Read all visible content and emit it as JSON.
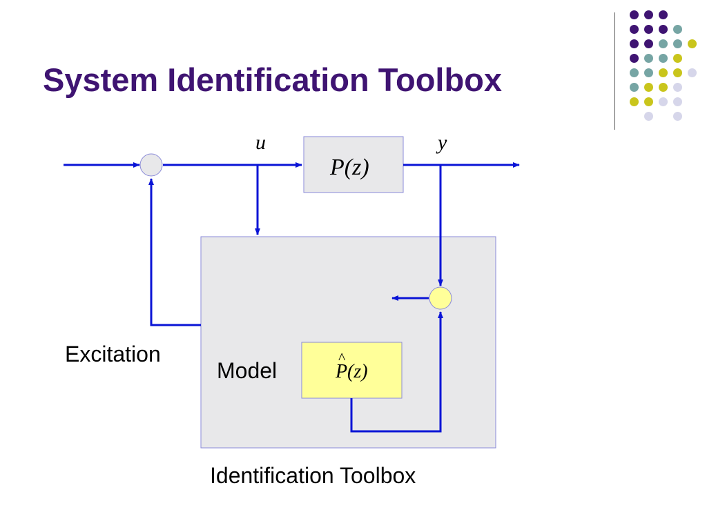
{
  "title": "System Identification Toolbox",
  "diagram": {
    "labels": {
      "u": "u",
      "y": "y",
      "plant": "P(z)",
      "model_name_P": "P",
      "model_name_z": "(z)",
      "model_hat": "^",
      "model": "Model",
      "excitation": "Excitation",
      "toolbox": "Identification Toolbox"
    }
  },
  "colors": {
    "title": "#3f1472",
    "wire": "#0a14d6",
    "toolbox_fill": "#e8e8ea",
    "plant_fill": "#e8e8ea",
    "model_fill": "#ffff99",
    "summing_left": "#e8e8ea",
    "summing_right": "#ffff99",
    "dot_purple": "#3f1472",
    "dot_teal": "#76a5a4",
    "dot_yellow": "#c9c51c",
    "dot_lavender": "#d6d6ea"
  },
  "dot_grid": [
    [
      "purple",
      "purple",
      "purple",
      null,
      null
    ],
    [
      "purple",
      "purple",
      "purple",
      "teal",
      null
    ],
    [
      "purple",
      "purple",
      "teal",
      "teal",
      "yellow"
    ],
    [
      "purple",
      "teal",
      "teal",
      "yellow",
      null
    ],
    [
      "teal",
      "teal",
      "yellow",
      "yellow",
      "lavender"
    ],
    [
      "teal",
      "yellow",
      "yellow",
      "lavender",
      null
    ],
    [
      "yellow",
      "yellow",
      "lavender",
      "lavender",
      null
    ],
    [
      null,
      "lavender",
      null,
      "lavender",
      null
    ]
  ]
}
